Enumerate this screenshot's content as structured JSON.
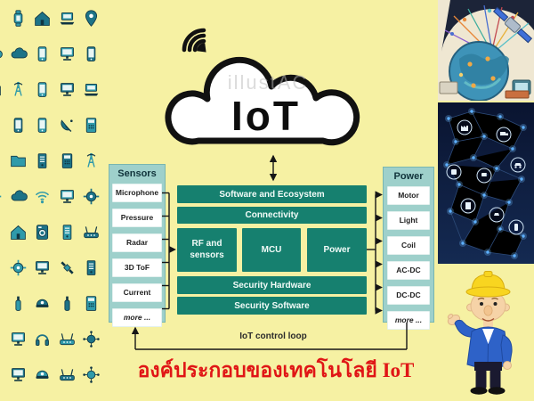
{
  "page": {
    "title": "องค์ประกอบของเทคโนโลยี IoT",
    "title_color": "#e01616",
    "background_color": "#f6f1a3"
  },
  "cloud": {
    "label": "IoT",
    "watermark": "illustAC"
  },
  "sensors_panel": {
    "title": "Sensors",
    "items": [
      "Microphone",
      "Pressure",
      "Radar",
      "3D ToF",
      "Current",
      "more ..."
    ]
  },
  "power_panel": {
    "title": "Power",
    "items": [
      "Motor",
      "Light",
      "Coil",
      "AC-DC",
      "DC-DC",
      "more ..."
    ]
  },
  "stack": {
    "software": "Software and Ecosystem",
    "connectivity": "Connectivity",
    "rf": "RF and sensors",
    "mcu": "MCU",
    "power": "Power",
    "security_hw": "Security Hardware",
    "security_sw": "Security Software"
  },
  "loop": {
    "label": "IoT control loop"
  },
  "colors": {
    "stack_teal": "#16806f",
    "panel_teal": "#9ed0cb",
    "icon_teal": "#2f9aaa",
    "icon_dark_teal": "#1d7387",
    "line_black": "#1a1a1a",
    "network_bg": "#0b1636",
    "hat_yellow": "#f8d520"
  },
  "icon_grid": {
    "rows": 11,
    "cols": 5,
    "icons": [
      {
        "name": "edge-phone-icon",
        "sym": "phone",
        "tone": "b"
      },
      {
        "name": "smartwatch-icon",
        "sym": "watch",
        "tone": "a"
      },
      {
        "name": "smart-home-icon",
        "sym": "home",
        "tone": "b"
      },
      {
        "name": "laptop-wifi-icon",
        "sym": "laptop",
        "tone": "a"
      },
      {
        "name": "location-pin-icon",
        "sym": "pin",
        "tone": "b"
      },
      {
        "name": "edge-cloud-icon",
        "sym": "cloud",
        "tone": "a"
      },
      {
        "name": "cloud-device-icon",
        "sym": "cloud",
        "tone": "b"
      },
      {
        "name": "remote-control-icon",
        "sym": "phone",
        "tone": "a"
      },
      {
        "name": "web-app-wifi-icon",
        "sym": "monitor",
        "tone": "a"
      },
      {
        "name": "phone-sync-icon",
        "sym": "phone",
        "tone": "b"
      },
      {
        "name": "edge-folder-icon",
        "sym": "folder",
        "tone": "b"
      },
      {
        "name": "antenna-tower-icon",
        "sym": "tower",
        "tone": "a"
      },
      {
        "name": "smartphone-location-icon",
        "sym": "phone",
        "tone": "a"
      },
      {
        "name": "monitor-checklist-icon",
        "sym": "monitor",
        "tone": "b"
      },
      {
        "name": "laptop-network-icon",
        "sym": "laptop",
        "tone": "a"
      },
      {
        "name": "edge-terminal-icon",
        "sym": "keypad",
        "tone": "a"
      },
      {
        "name": "tablet-icon",
        "sym": "phone",
        "tone": "b"
      },
      {
        "name": "settings-remote-icon",
        "sym": "phone",
        "tone": "a"
      },
      {
        "name": "satellite-dish-icon",
        "sym": "dish",
        "tone": "b"
      },
      {
        "name": "card-reader-icon",
        "sym": "keypad",
        "tone": "a"
      },
      {
        "name": "edge-server-icon",
        "sym": "server",
        "tone": "b"
      },
      {
        "name": "folder-wifi-icon",
        "sym": "folder",
        "tone": "a"
      },
      {
        "name": "stacked-devices-icon",
        "sym": "server",
        "tone": "b"
      },
      {
        "name": "pos-terminal-icon",
        "sym": "keypad",
        "tone": "b"
      },
      {
        "name": "person-signal-icon",
        "sym": "tower",
        "tone": "a"
      },
      {
        "name": "edge-gear-icon",
        "sym": "gear",
        "tone": "a"
      },
      {
        "name": "cloud-network-icon",
        "sym": "cloud",
        "tone": "b"
      },
      {
        "name": "wifi-signal-icon",
        "sym": "wifi",
        "tone": "a"
      },
      {
        "name": "monitor-wifi-icon",
        "sym": "monitor",
        "tone": "a"
      },
      {
        "name": "gear-network-icon",
        "sym": "gear",
        "tone": "b"
      },
      {
        "name": "edge-monitor-icon",
        "sym": "monitor",
        "tone": "b"
      },
      {
        "name": "home-antenna-icon",
        "sym": "home",
        "tone": "a"
      },
      {
        "name": "washing-machine-icon",
        "sym": "washer",
        "tone": "b"
      },
      {
        "name": "server-rack-icon",
        "sym": "server",
        "tone": "a"
      },
      {
        "name": "wifi-router-icon",
        "sym": "router",
        "tone": "b"
      },
      {
        "name": "edge-usb-icon",
        "sym": "usb",
        "tone": "a"
      },
      {
        "name": "dual-gears-icon",
        "sym": "gear",
        "tone": "a"
      },
      {
        "name": "monitor-gear-icon",
        "sym": "monitor",
        "tone": "b"
      },
      {
        "name": "satellite-icon",
        "sym": "satellite",
        "tone": "a"
      },
      {
        "name": "computer-tower-icon",
        "sym": "server",
        "tone": "b"
      },
      {
        "name": "edge-camera-icon",
        "sym": "camera",
        "tone": "b"
      },
      {
        "name": "usb-stick-icon",
        "sym": "usb",
        "tone": "a"
      },
      {
        "name": "security-camera-icon",
        "sym": "camera",
        "tone": "b"
      },
      {
        "name": "usb-wifi-icon",
        "sym": "usb",
        "tone": "b"
      },
      {
        "name": "card-terminal-icon",
        "sym": "keypad",
        "tone": "a"
      },
      {
        "name": "edge-watch-icon",
        "sym": "watch",
        "tone": "a"
      },
      {
        "name": "monitor-avatar-icon",
        "sym": "monitor",
        "tone": "a"
      },
      {
        "name": "headset-icon",
        "sym": "headset",
        "tone": "b"
      },
      {
        "name": "modem-icon",
        "sym": "router",
        "tone": "a"
      },
      {
        "name": "globe-network-icon",
        "sym": "globe",
        "tone": "b"
      },
      {
        "name": "edge-phone2-icon",
        "sym": "phone",
        "tone": "b"
      },
      {
        "name": "monitor-mail-icon",
        "sym": "monitor",
        "tone": "b"
      },
      {
        "name": "capsule-wifi-icon",
        "sym": "camera",
        "tone": "a"
      },
      {
        "name": "router-icon",
        "sym": "router",
        "tone": "b"
      },
      {
        "name": "network-tree-icon",
        "sym": "globe",
        "tone": "a"
      }
    ]
  }
}
